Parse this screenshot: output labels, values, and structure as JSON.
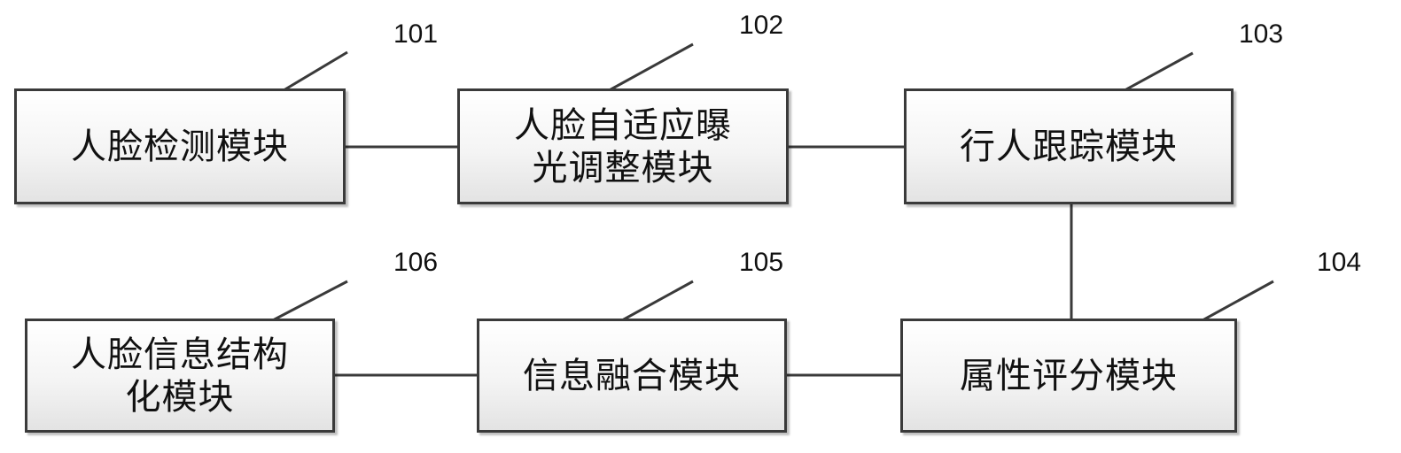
{
  "modules": [
    {
      "id": "m101",
      "ref": "101",
      "label": "人脸检测模块"
    },
    {
      "id": "m102",
      "ref": "102",
      "label": "人脸自适应曝光调整模块",
      "lines": [
        "人脸自适应曝",
        "光调整模块"
      ]
    },
    {
      "id": "m103",
      "ref": "103",
      "label": "行人跟踪模块"
    },
    {
      "id": "m104",
      "ref": "104",
      "label": "属性评分模块"
    },
    {
      "id": "m105",
      "ref": "105",
      "label": "信息融合模块"
    },
    {
      "id": "m106",
      "ref": "106",
      "label": "人脸信息结构化模块",
      "lines": [
        "人脸信息结构",
        "化模块"
      ]
    }
  ],
  "connections": [
    [
      "101",
      "102"
    ],
    [
      "102",
      "103"
    ],
    [
      "103",
      "104"
    ],
    [
      "104",
      "105"
    ],
    [
      "105",
      "106"
    ]
  ],
  "colors": {
    "stroke": "#3a3a3a",
    "box_top": "#ffffff",
    "box_bottom": "#e3e3e3"
  }
}
